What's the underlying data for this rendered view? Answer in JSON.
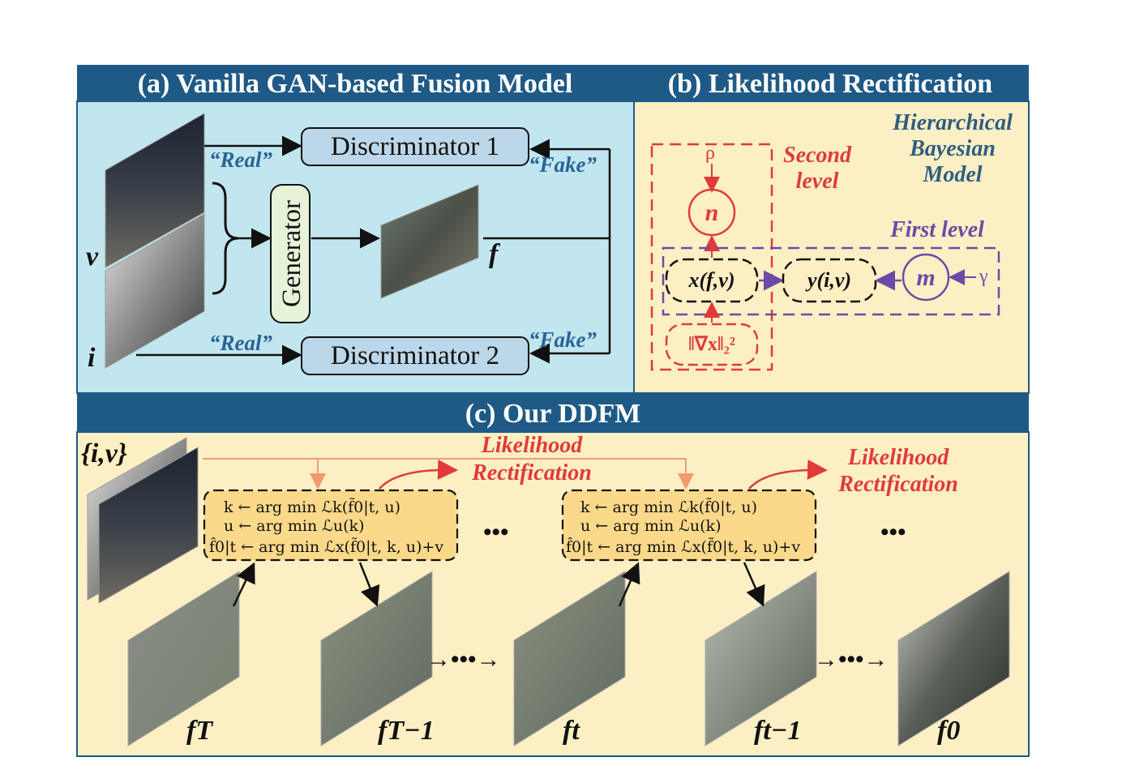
{
  "panel_a": {
    "header": "(a) Vanilla GAN-based Fusion Model",
    "discriminator1": "Discriminator 1",
    "discriminator2": "Discriminator 2",
    "generator": "Generator",
    "real_top": "“Real”",
    "real_bottom": "“Real”",
    "fake_top": "“Fake”",
    "fake_bottom": "“Fake”",
    "label_v": "v",
    "label_i": "i",
    "label_f": "f"
  },
  "panel_b": {
    "header": "(b) Likelihood Rectification",
    "hbm_line1": "Hierarchical",
    "hbm_line2": "Bayesian",
    "hbm_line3": "Model",
    "second_level_line1": "Second",
    "second_level_line2": "level",
    "first_level": "First level",
    "rho": "ρ",
    "gamma": "γ",
    "node_n": "n",
    "node_m": "m",
    "node_x": "x(f,v)",
    "node_y": "y(i,v)",
    "node_grad": "‖∇x‖₂²"
  },
  "panel_c": {
    "header": "(c) Our DDFM",
    "input_label": "{i,v}",
    "lr1_line1": "Likelihood",
    "lr1_line2": "Rectification",
    "lr2_line1": "Likelihood",
    "lr2_line2": "Rectification",
    "eq1": "k ← arg min ℒk(f̃0|t, u)",
    "eq2": "u ← arg min ℒu(k)",
    "eq3": "f̂0|t ← arg min ℒx(f̃0|t, k, u)+v",
    "dots": "•••",
    "arrow_dots": "→•••→",
    "f_T": "fT",
    "f_T1": "fT−1",
    "f_t": "ft",
    "f_t1": "ft−1",
    "f_0": "f0"
  },
  "colors": {
    "header_bg": "#1f5a86",
    "panel_a_bg": "#c2e6ef",
    "panel_bc_bg": "#fdefc4",
    "box_fill": "#bcd7ea",
    "generator_fill": "#e6f3d8",
    "red": "#e03a3a",
    "purple": "#6b4aa8",
    "orange": "#f09a70",
    "eq_fill": "#fbd98a"
  }
}
